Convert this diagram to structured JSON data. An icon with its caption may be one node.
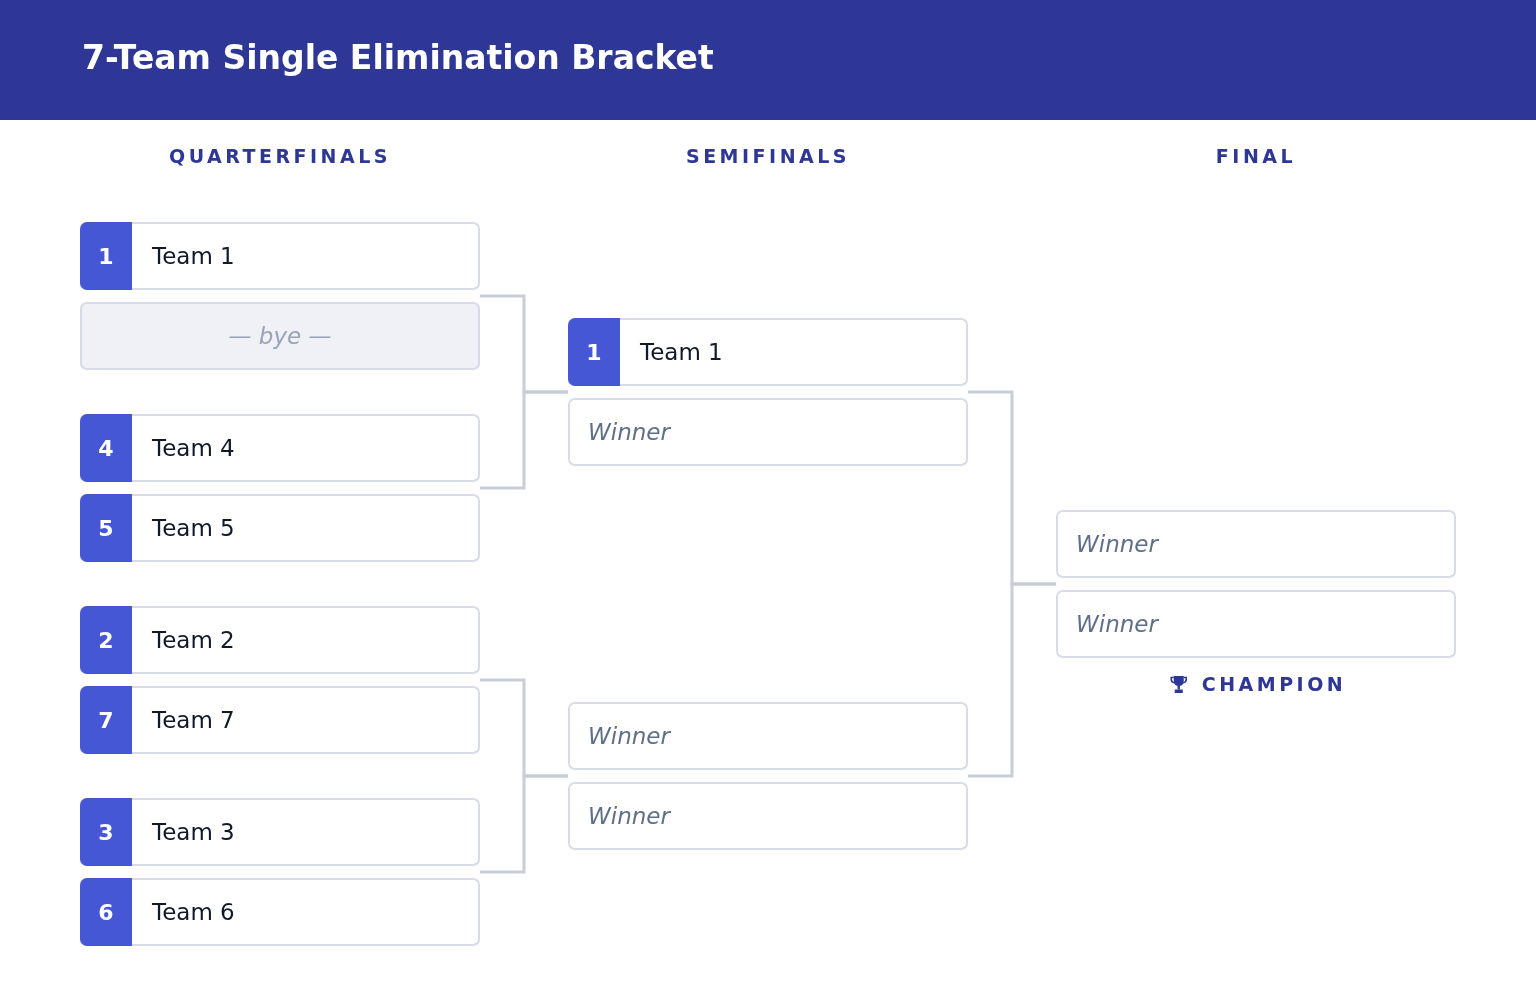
{
  "diagram": {
    "title": "7-Team Single Elimination Bracket",
    "nodes": [
      {
        "text": [
          "1",
          "Team 1"
        ]
      },
      {
        "text": [
          "— bye —"
        ]
      },
      {
        "text": [
          "4",
          "Team 4"
        ]
      },
      {
        "text": [
          "5",
          "Team 5"
        ]
      },
      {
        "text": [
          "2",
          "Team 2"
        ]
      },
      {
        "text": [
          "7",
          "Team 7"
        ]
      },
      {
        "text": [
          "3",
          "Team 3"
        ]
      },
      {
        "text": [
          "6",
          "Team 6"
        ]
      },
      {
        "text": [
          "1",
          "Team 1"
        ]
      },
      {
        "text": [
          "Winner"
        ]
      },
      {
        "text": [
          "Winner"
        ]
      },
      {
        "text": [
          "Winner"
        ]
      },
      {
        "text": [
          "Winner"
        ]
      },
      {
        "text": [
          "Winner"
        ]
      }
    ],
    "edges": [
      {
        "from": 0,
        "to": 8,
        "arrow": "none"
      },
      {
        "from": 1,
        "to": 8,
        "arrow": "none"
      },
      {
        "from": 2,
        "to": 9,
        "arrow": "none"
      },
      {
        "from": 3,
        "to": 9,
        "arrow": "none"
      },
      {
        "from": 4,
        "to": 10,
        "arrow": "none"
      },
      {
        "from": 5,
        "to": 10,
        "arrow": "none"
      },
      {
        "from": 6,
        "to": 11,
        "arrow": "none"
      },
      {
        "from": 7,
        "to": 11,
        "arrow": "none"
      },
      {
        "from": 8,
        "to": 12,
        "arrow": "none"
      },
      {
        "from": 9,
        "to": 12,
        "arrow": "none"
      },
      {
        "from": 10,
        "to": 13,
        "arrow": "none"
      },
      {
        "from": 11,
        "to": 13,
        "arrow": "none"
      }
    ],
    "labels": [
      "QUARTERFINALS",
      "SEMIFINALS",
      "FINAL",
      "CHAMPION"
    ]
  }
}
